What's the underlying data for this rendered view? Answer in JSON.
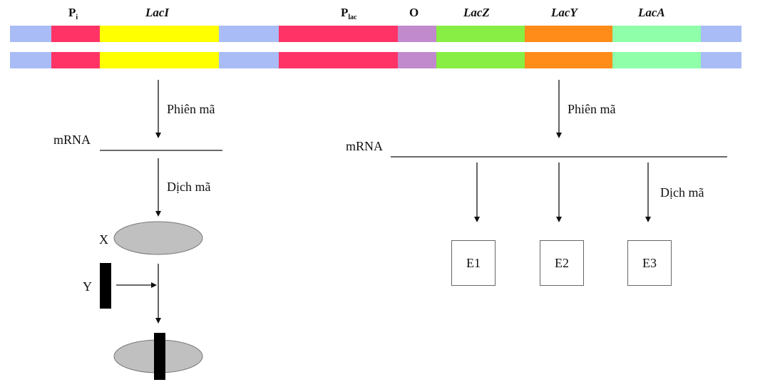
{
  "colors": {
    "spacer": "#a9bcf5",
    "promoter": "#ff3366",
    "lacI": "#ffff00",
    "operator": "#c08acd",
    "lacZ": "#88ee44",
    "lacY": "#ff8c19",
    "lacA": "#8fffaa",
    "protein": "#c0c0c0",
    "inducer": "#000000"
  },
  "regions": [
    {
      "id": "spacer-left",
      "color": "spacer"
    },
    {
      "id": "promoter-i",
      "color": "promoter"
    },
    {
      "id": "gene-laci",
      "color": "lacI"
    },
    {
      "id": "spacer-mid",
      "color": "spacer"
    },
    {
      "id": "promoter-lac",
      "color": "promoter"
    },
    {
      "id": "operator",
      "color": "operator"
    },
    {
      "id": "gene-lacz",
      "color": "lacZ"
    },
    {
      "id": "gene-lacy",
      "color": "lacY"
    },
    {
      "id": "gene-laca",
      "color": "lacA"
    },
    {
      "id": "spacer-right",
      "color": "spacer"
    }
  ],
  "labels": {
    "p_main": "P",
    "p_i_sub": "i",
    "laci": "LacI",
    "p_lac_sub": "lac",
    "operator": "O",
    "lacz": "LacZ",
    "lacy": "LacY",
    "laca": "LacA",
    "transcription": "Phiên mã",
    "translation": "Dịch mã",
    "mrna": "mRNA",
    "x": "X",
    "y": "Y",
    "e1": "E1",
    "e2": "E2",
    "e3": "E3"
  }
}
